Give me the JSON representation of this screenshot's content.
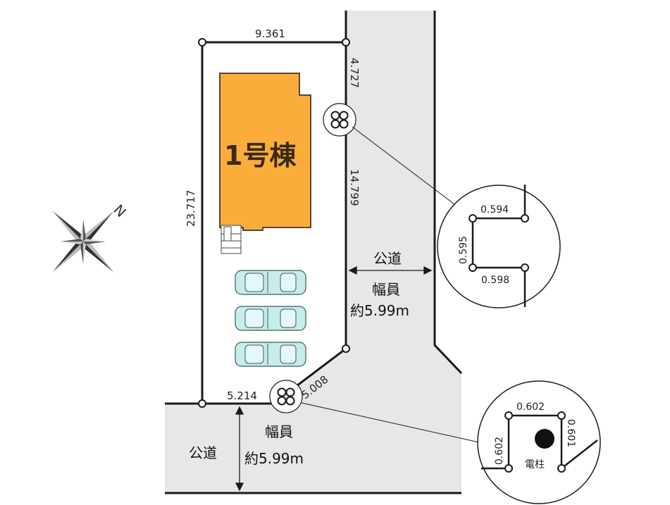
{
  "compass": {
    "label": "N"
  },
  "building": {
    "label": "1号棟"
  },
  "lot_dimensions": {
    "top": "9.361",
    "left": "23.717",
    "right_upper": "4.727",
    "right_lower": "14.799",
    "corner_cut": "5.008",
    "bottom": "5.214"
  },
  "road_east": {
    "label": "公道",
    "width_label": "幅員",
    "width_value": "約5.99m"
  },
  "road_south": {
    "label": "公道",
    "width_label": "幅員",
    "width_value": "約5.99m"
  },
  "detail_marker_1": {
    "top": "0.594",
    "left": "0.595",
    "bottom": "0.598"
  },
  "detail_marker_2": {
    "top": "0.602",
    "left": "0.602",
    "right": "0.601",
    "pole_label": "電柱"
  },
  "colors": {
    "building": "#fbad3b",
    "road": "#e6e7e8",
    "car": "#c6ecec"
  },
  "icons": [
    "compass-rose-icon",
    "boundary-marker-icon",
    "utility-pole-icon",
    "car-icon"
  ]
}
